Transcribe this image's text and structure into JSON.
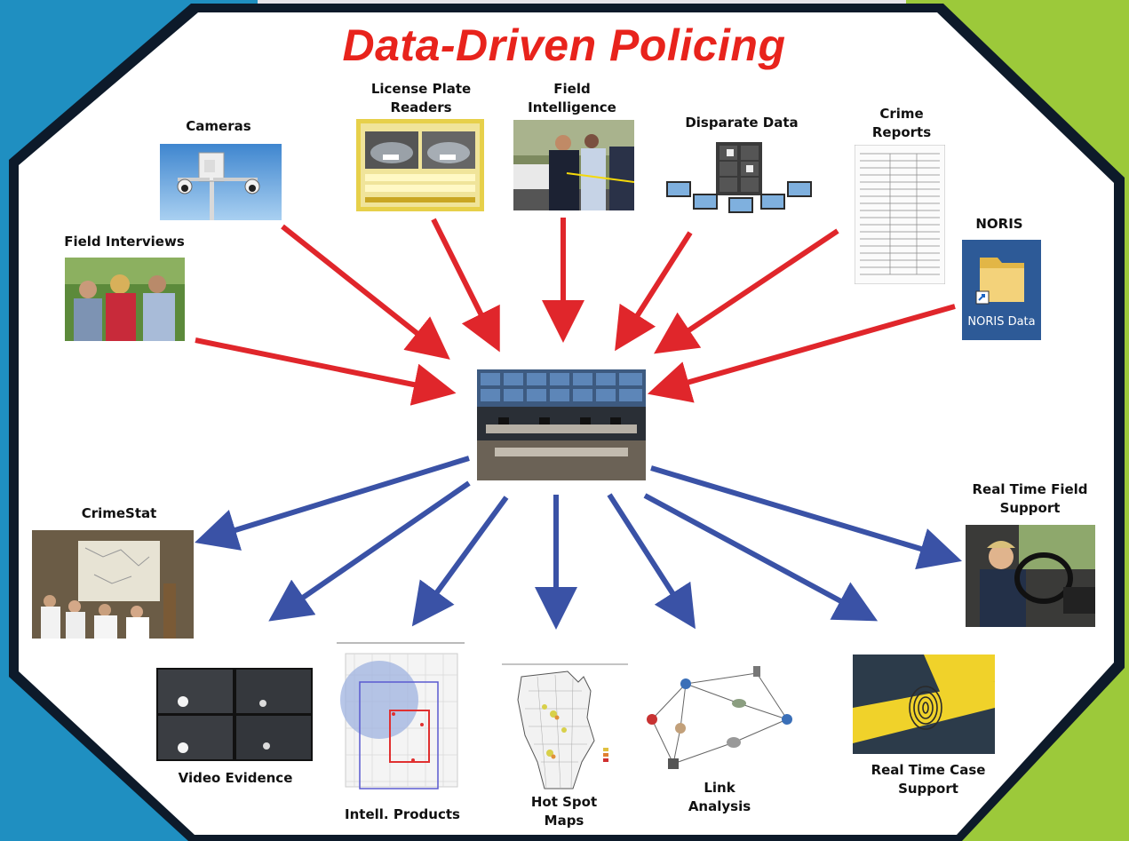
{
  "title": "Data-Driven Policing",
  "inputs": {
    "cameras": "Cameras",
    "license_plate_readers": "License Plate\nReaders",
    "field_intelligence": "Field\nIntelligence",
    "disparate_data": "Disparate Data",
    "crime_reports": "Crime\nReports",
    "noris": "NORIS",
    "field_interviews": "Field Interviews"
  },
  "noris_icon_caption": "NORIS Data",
  "outputs": {
    "crimestat": "CrimeStat",
    "real_time_field_support": "Real Time Field\nSupport",
    "video_evidence": "Video Evidence",
    "intell_products": "Intell. Products",
    "hot_spot_maps": "Hot Spot\nMaps",
    "link_analysis": "Link\nAnalysis",
    "real_time_case_support": "Real Time Case\nSupport"
  },
  "colors": {
    "title": "#e8231c",
    "input_arrow": "#e0262b",
    "output_arrow": "#3a52a6",
    "left_band": "#1f8fc1",
    "right_band": "#9cc93a",
    "frame": "#0d1a2a"
  },
  "icons": {
    "hub": "operations-center-image",
    "cameras": "security-camera-image",
    "noris": "folder-icon"
  }
}
